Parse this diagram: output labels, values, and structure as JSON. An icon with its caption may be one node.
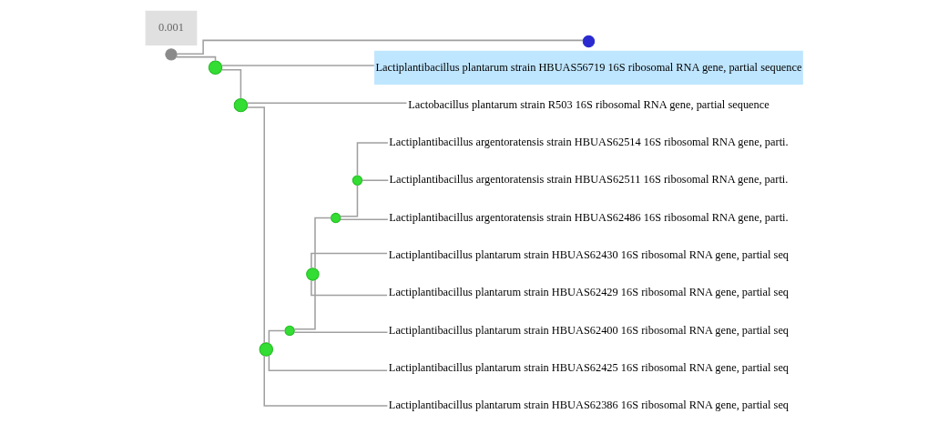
{
  "diagram": {
    "nodes": [
      {
        "text": [],
        "shape": "circle"
      },
      {
        "text": [],
        "shape": "circle"
      },
      {
        "text": [],
        "shape": "circle"
      },
      {
        "text": [
          "Lactiplantibacillus plantarum strain HBUAS56719 16S ribosomal RNA gene, partial sequence"
        ]
      },
      {
        "text": [],
        "shape": "circle"
      },
      {
        "text": [
          "Lactobacillus plantarum strain R503 16S ribosomal RNA gene, partial sequence"
        ]
      },
      {
        "text": [
          "Lactiplantibacillus argentoratensis strain HBUAS62514 16S ribosomal RNA gene, parti."
        ]
      },
      {
        "text": [
          "Lactiplantibacillus argentoratensis strain HBUAS62511 16S ribosomal RNA gene, parti."
        ]
      },
      {
        "text": [
          "Lactiplantibacillus argentoratensis strain HBUAS62486 16S ribosomal RNA gene, parti."
        ]
      },
      {
        "text": [
          "Lactiplantibacillus plantarum strain HBUAS62430 16S ribosomal RNA gene, partial seq"
        ]
      },
      {
        "text": [
          "Lactiplantibacillus plantarum strain HBUAS62429 16S ribosomal RNA gene, partial seq"
        ]
      },
      {
        "text": [
          "Lactiplantibacillus plantarum strain HBUAS62400 16S ribosomal RNA gene, partial seq"
        ]
      },
      {
        "text": [
          "Lactiplantibacillus plantarum strain HBUAS62425 16S ribosomal RNA gene, partial seq"
        ]
      },
      {
        "text": [
          "Lactiplantibacillus plantarum strain HBUAS62386 16S ribosomal RNA gene, partial seq"
        ]
      },
      {
        "text": [],
        "shape": "circle"
      },
      {
        "text": [],
        "shape": "circle"
      },
      {
        "text": [],
        "shape": "circle"
      },
      {
        "text": [],
        "shape": "circle"
      },
      {
        "text": [],
        "shape": "circle"
      }
    ],
    "edges": [
      {
        "from": 0,
        "to": 1,
        "arrow": "none"
      },
      {
        "from": 0,
        "to": 2,
        "arrow": "none"
      },
      {
        "from": 2,
        "to": 3,
        "arrow": "none"
      },
      {
        "from": 2,
        "to": 4,
        "arrow": "none"
      },
      {
        "from": 4,
        "to": 5,
        "arrow": "none"
      },
      {
        "from": 4,
        "to": 14,
        "arrow": "none"
      },
      {
        "from": 16,
        "to": 6,
        "arrow": "none"
      },
      {
        "from": 16,
        "to": 7,
        "arrow": "none"
      },
      {
        "from": 17,
        "to": 16,
        "arrow": "none"
      },
      {
        "from": 17,
        "to": 8,
        "arrow": "none"
      },
      {
        "from": 15,
        "to": 17,
        "arrow": "none"
      },
      {
        "from": 15,
        "to": 9,
        "arrow": "none"
      },
      {
        "from": 15,
        "to": 10,
        "arrow": "none"
      },
      {
        "from": 18,
        "to": 15,
        "arrow": "none"
      },
      {
        "from": 18,
        "to": 11,
        "arrow": "none"
      },
      {
        "from": 14,
        "to": 18,
        "arrow": "none"
      },
      {
        "from": 14,
        "to": 12,
        "arrow": "none"
      },
      {
        "from": 14,
        "to": 13,
        "arrow": "none"
      }
    ],
    "labels": [
      "0.001"
    ]
  }
}
